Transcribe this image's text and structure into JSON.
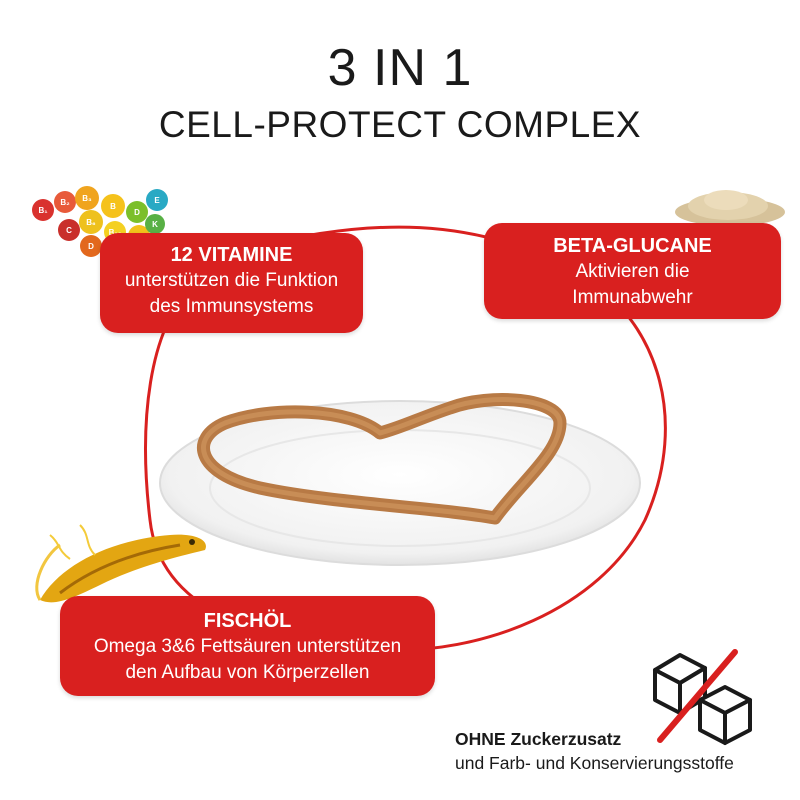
{
  "title": {
    "main": "3 IN 1",
    "sub": "CELL-PROTECT COMPLEX"
  },
  "vitamins_box": {
    "heading": "12 VITAMINE",
    "line1": "unterstützen die Funktion",
    "line2": "des Immunsystems"
  },
  "beta_box": {
    "heading": "BETA-GLUCANE",
    "line1": "Aktivieren die",
    "line2": "Immunabwehr"
  },
  "fish_box": {
    "heading": "FISCHÖL",
    "line1": "Omega 3&6 Fettsäuren unterstützen",
    "line2": "den Aufbau von Körperzellen"
  },
  "free_from": {
    "bold": "OHNE",
    "line1_rest": "Zuckerzusatz",
    "line2": "und Farb- und Konservierungsstoffe"
  },
  "vitamin_letters": [
    "B₁",
    "B₂",
    "B₃",
    "B",
    "D",
    "E",
    "C",
    "B₆",
    "B₁₂",
    "C",
    "D",
    "K"
  ],
  "colors": {
    "accent_red": "#d9201f",
    "text_dark": "#1a1a1a",
    "heart_brown": "#b87a45"
  }
}
